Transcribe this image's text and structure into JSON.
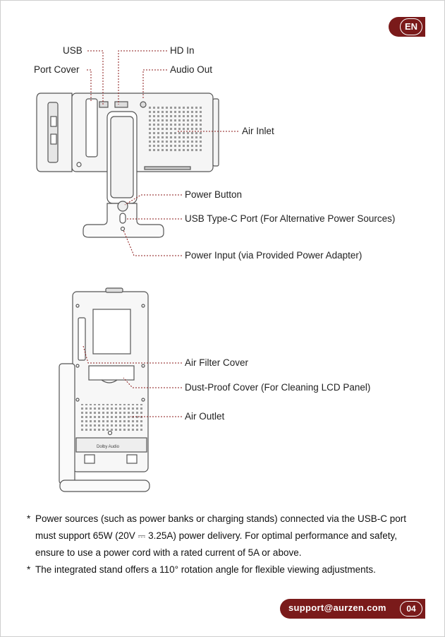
{
  "lang": "EN",
  "labels": {
    "usb": "USB",
    "hd_in": "HD In",
    "port_cover": "Port Cover",
    "audio_out": "Audio Out",
    "air_inlet": "Air Inlet",
    "power_button": "Power Button",
    "usb_c": "USB Type-C Port (For Alternative Power Sources)",
    "power_input": "Power Input (via Provided Power Adapter)",
    "air_filter": "Air Filter Cover",
    "dust_proof": "Dust-Proof Cover (For Cleaning LCD Panel)",
    "air_outlet": "Air Outlet"
  },
  "device_text": "Dolby Audio",
  "notes": [
    "Power sources (such as power banks or charging stands) connected via the USB-C port must support 65W (20V ⎓ 3.25A) power delivery. For optimal performance and safety, ensure to use a power cord with a rated current of 5A or above.",
    "The integrated stand offers a 110° rotation angle for flexible viewing adjustments."
  ],
  "footer": {
    "email": "support@aurzen.com",
    "page": "04"
  },
  "colors": {
    "accent": "#7a1a1a",
    "leader": "#8b1a1a"
  }
}
